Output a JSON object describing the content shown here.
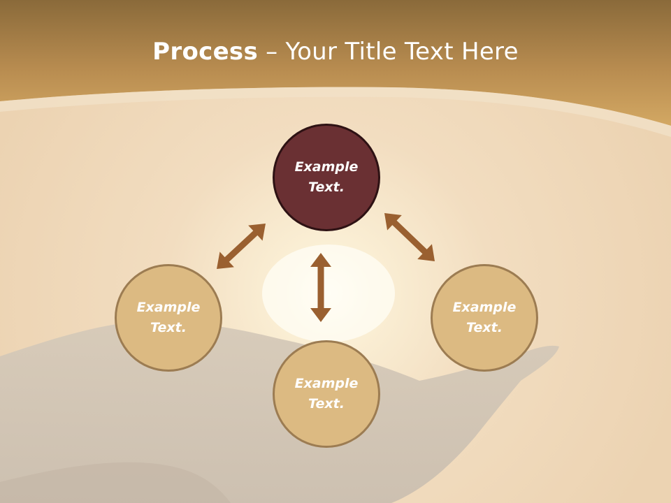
{
  "slide": {
    "title_bold": "Process",
    "title_rest": " – Your Title Text Here"
  },
  "diagram": {
    "nodes": [
      {
        "id": "top",
        "text": "Example\nText."
      },
      {
        "id": "left",
        "text": "Example\nText."
      },
      {
        "id": "right",
        "text": "Example\nText."
      },
      {
        "id": "bottom",
        "text": "Example\nText."
      }
    ]
  },
  "colors": {
    "header_band": "#c49a5a",
    "background": "#f3e2c8",
    "node_main": "#6a3033",
    "node_sub": "#dcba82",
    "arrow": "#9a6030"
  }
}
